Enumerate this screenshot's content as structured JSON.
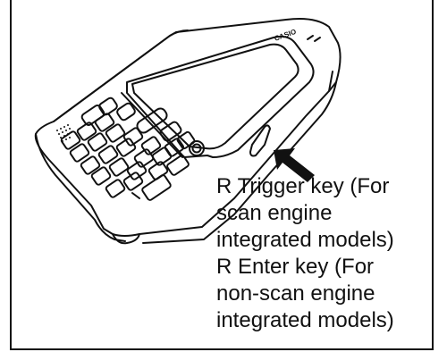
{
  "device": {
    "brand_label": "CASIO"
  },
  "callout": {
    "lines": [
      "R Trigger key (For",
      "scan engine",
      "integrated models)",
      "R Enter key (For",
      "non-scan engine",
      "integrated models)"
    ]
  },
  "colors": {
    "line": "#111111",
    "background": "#ffffff"
  }
}
